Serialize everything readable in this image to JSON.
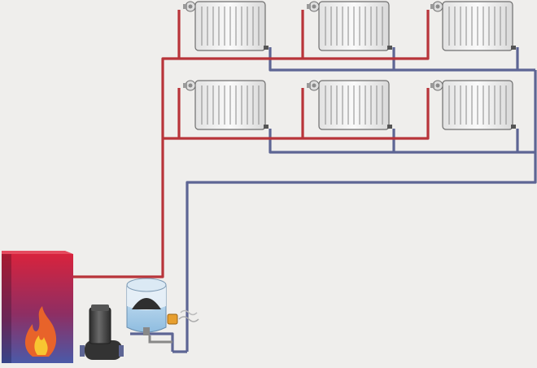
{
  "diagram": {
    "colors": {
      "background": "#efeeec",
      "supply_pipe": "#b8343a",
      "return_pipe": "#5d6594",
      "radiator_body": "#f1f1f1",
      "radiator_outline": "#6f6f6f",
      "boiler_top": "#d8233d",
      "boiler_bottom": "#4a5aa8",
      "flame_outer": "#e8632a",
      "flame_inner": "#f8c531",
      "tank_water": "#a9cde8",
      "pump_body": "#3e3e3e",
      "valve": "#e79f2f"
    },
    "radiators": [
      {
        "row": "upper",
        "position": "left"
      },
      {
        "row": "upper",
        "position": "middle"
      },
      {
        "row": "upper",
        "position": "right"
      },
      {
        "row": "lower",
        "position": "left"
      },
      {
        "row": "lower",
        "position": "middle"
      },
      {
        "row": "lower",
        "position": "right"
      }
    ],
    "components": [
      "boiler",
      "circulation-pump",
      "expansion-tank",
      "relief-valve",
      "supply-riser",
      "return-riser"
    ]
  }
}
